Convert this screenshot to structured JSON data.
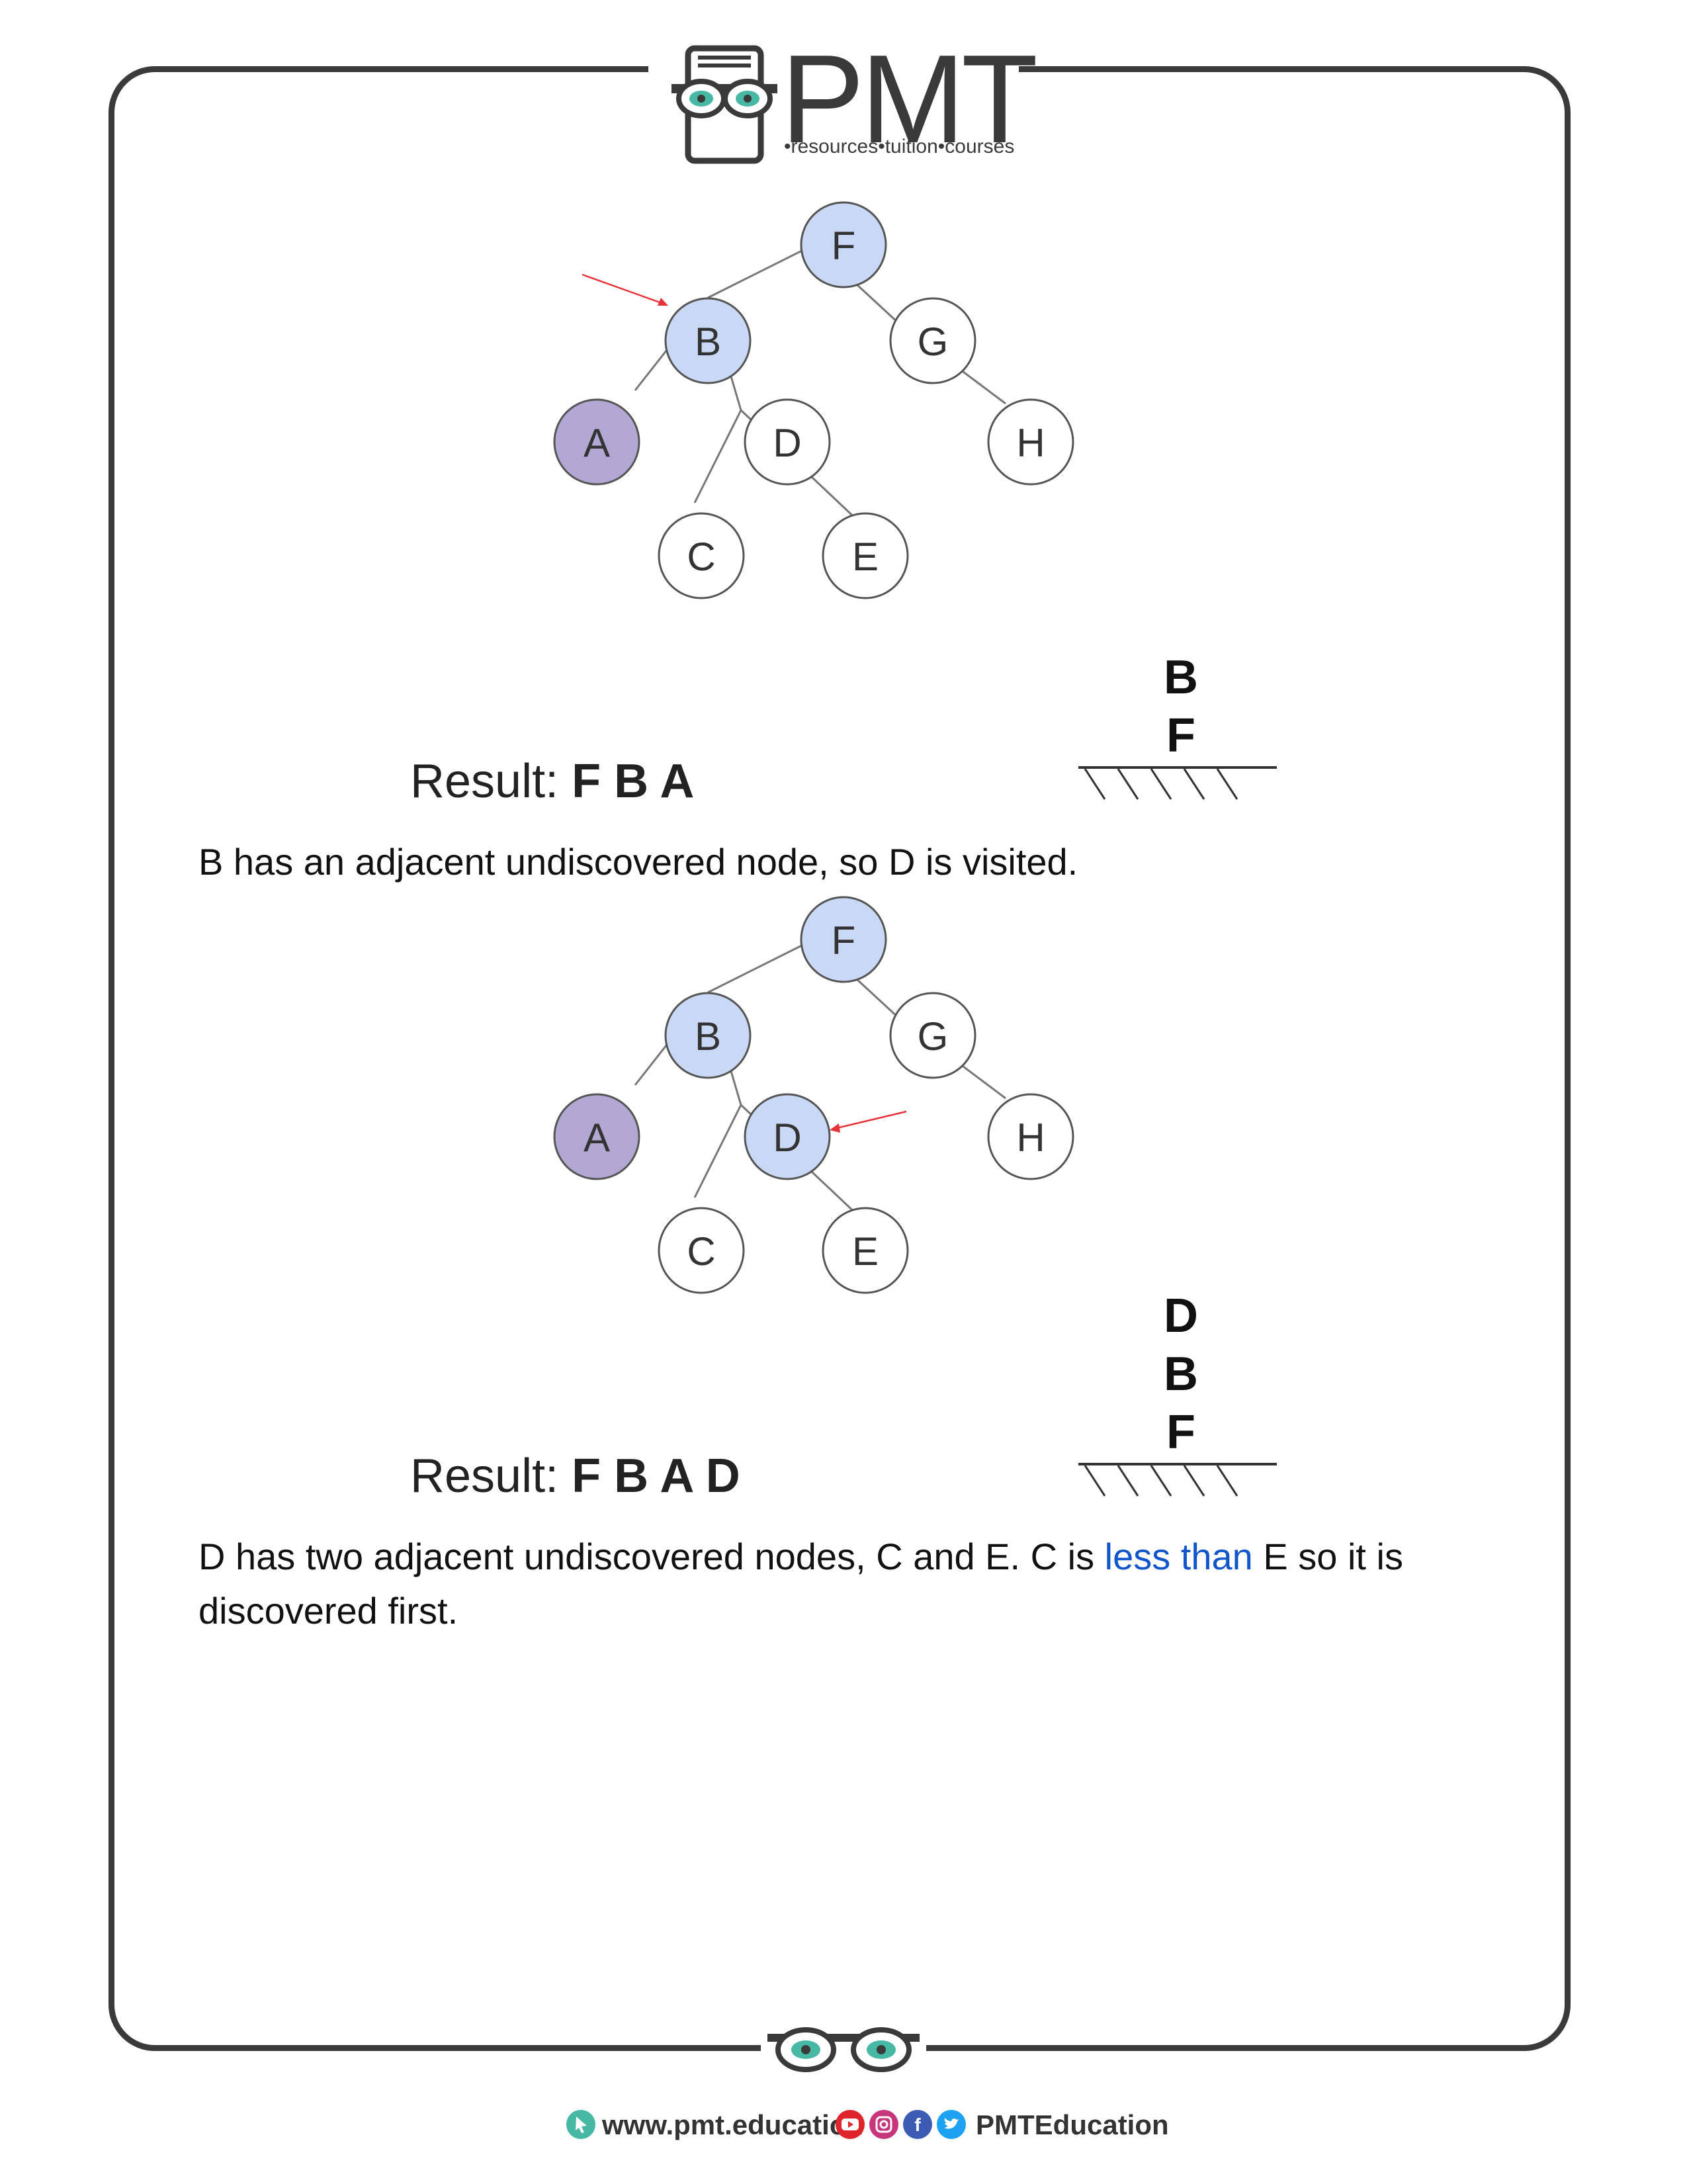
{
  "header": {
    "brand": "PMT",
    "tagline": "•resources•tuition•courses"
  },
  "diagram1": {
    "nodes": [
      "F",
      "B",
      "G",
      "A",
      "D",
      "H",
      "C",
      "E"
    ]
  },
  "stack1": {
    "items": [
      "B",
      "F"
    ]
  },
  "result1": {
    "label": "Result:",
    "values": "F B A"
  },
  "para1": {
    "text": "B has an adjacent undiscovered node, so D is visited."
  },
  "diagram2": {
    "nodes": [
      "F",
      "B",
      "G",
      "A",
      "D",
      "H",
      "C",
      "E"
    ]
  },
  "stack2": {
    "items": [
      "D",
      "B",
      "F"
    ]
  },
  "result2": {
    "label": "Result:",
    "values": "F B A D"
  },
  "para2": {
    "before": "D has two adjacent undiscovered nodes, C and E. C is ",
    "link": "less than",
    "after": " E so it is discovered first."
  },
  "footer": {
    "site": "www.pmt.education",
    "handle": "PMTEducation"
  },
  "colors": {
    "visited_node": "#c9d8f5",
    "start_leaf": "#b3a7d4",
    "unvisited_node": "#ffffff",
    "pointer_arrow": "#e8323a",
    "link": "#1155cc",
    "accent": "#46b8a3"
  }
}
